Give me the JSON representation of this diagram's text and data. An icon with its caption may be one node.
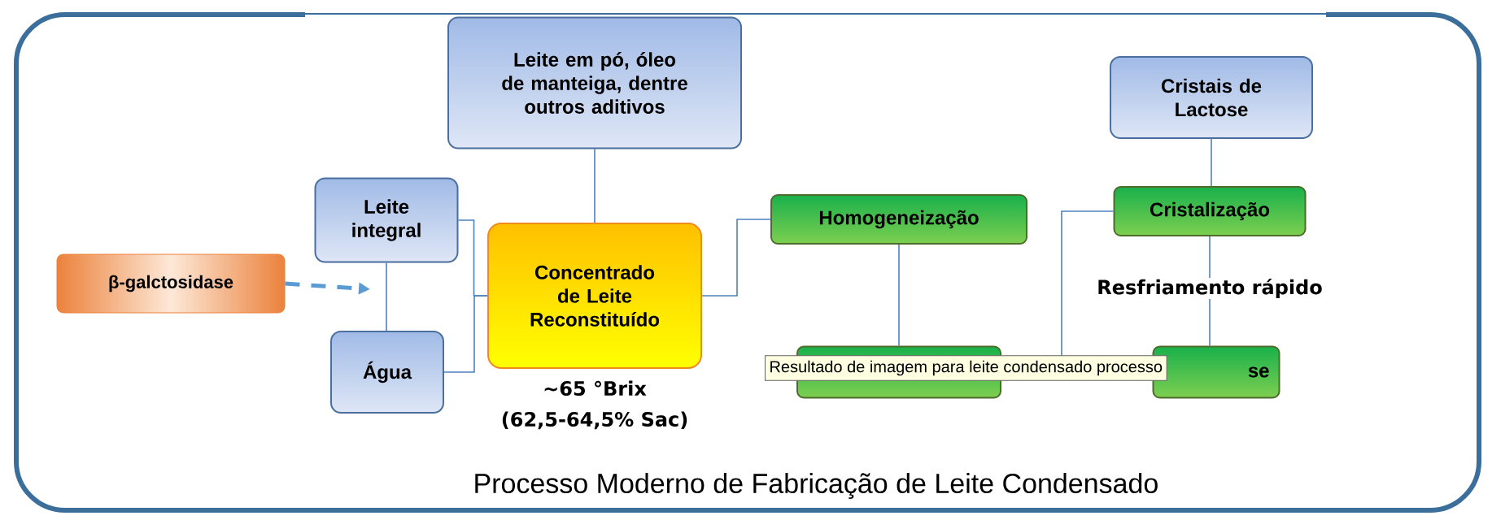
{
  "diagram": {
    "title": "Processo Moderno de Fabricação de Leite Condensado",
    "nodes": [
      {
        "text": [
          "β-galctosidase"
        ]
      },
      {
        "text": [
          "Leite integral"
        ]
      },
      {
        "text": [
          "Água"
        ]
      },
      {
        "text": [
          "Leite em pó, óleo de manteiga, dentre outros aditivos"
        ]
      },
      {
        "text": [
          "Concentrado de Leite Reconstituído"
        ],
        "beside": [
          "~65 °Brix",
          "(62,5-64,5% Sac)"
        ]
      },
      {
        "text": [
          "Homogeneização"
        ]
      },
      {
        "text": [],
        "shape": "box"
      },
      {
        "text": [
          "Cristais de Lactose"
        ]
      },
      {
        "text": [
          "Cristalização"
        ]
      },
      {
        "text": [
          "se"
        ]
      }
    ],
    "edges": [
      {
        "from": 0,
        "to": null,
        "arrow": "to",
        "style": "dashed",
        "color": "#5b9bd5"
      },
      {
        "from": 1,
        "to": 2,
        "arrow": "none"
      },
      {
        "from": 1,
        "to": 4,
        "arrow": "none"
      },
      {
        "from": 2,
        "to": 4,
        "arrow": "none"
      },
      {
        "from": 3,
        "to": 4,
        "arrow": "none"
      },
      {
        "from": 4,
        "to": 5,
        "arrow": "none"
      },
      {
        "from": 5,
        "to": 6,
        "arrow": "none"
      },
      {
        "from": 6,
        "to": 8,
        "arrow": "none"
      },
      {
        "from": 7,
        "to": 8,
        "arrow": "none"
      },
      {
        "from": 8,
        "to": 9,
        "arrow": "none"
      }
    ],
    "labels": [
      "Resfriamento rápido",
      "Resultado de imagem para leite condensado processo"
    ]
  }
}
